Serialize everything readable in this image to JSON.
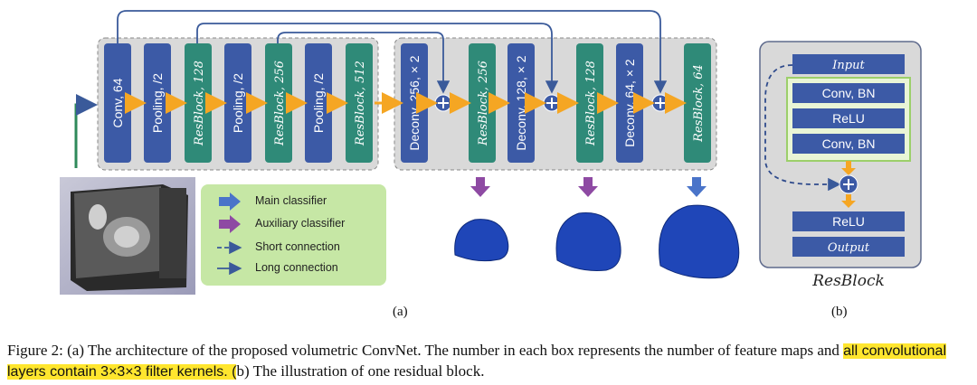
{
  "figure": {
    "encoder_blocks": [
      {
        "label": "Conv, 64",
        "kind": "conv"
      },
      {
        "label": "Pooling, /2",
        "kind": "pool"
      },
      {
        "label": "ResBlock, 128",
        "kind": "res"
      },
      {
        "label": "Pooling, /2",
        "kind": "pool"
      },
      {
        "label": "ResBlock, 256",
        "kind": "res"
      },
      {
        "label": "Pooling, /2",
        "kind": "pool"
      },
      {
        "label": "ResBlock, 512",
        "kind": "res"
      }
    ],
    "decoder_blocks": [
      {
        "label": "Deconv, 256, × 2",
        "kind": "deconv"
      },
      {
        "label": "ResBlock, 256",
        "kind": "res"
      },
      {
        "label": "Deconv, 128, × 2",
        "kind": "deconv"
      },
      {
        "label": "ResBlock, 128",
        "kind": "res"
      },
      {
        "label": "Deconv, 64, × 2",
        "kind": "deconv"
      },
      {
        "label": "ResBlock, 64",
        "kind": "res"
      }
    ],
    "legend": {
      "main": "Main classifier",
      "aux": "Auxiliary classifier",
      "short": "Short connection",
      "long": "Long connection"
    },
    "resblock": {
      "input": "Input",
      "conv1": "Conv, BN",
      "relu1": "ReLU",
      "conv2": "Conv, BN",
      "relu2": "ReLU",
      "output": "Output",
      "title": "ResBlock"
    },
    "sublabel_a": "(a)",
    "sublabel_b": "(b)",
    "colors": {
      "conv_blue": "#3c5aa6",
      "res_green": "#2f8a78",
      "panel_gray": "#d9d9d9",
      "arrow_orange": "#f5a623",
      "aux_purple": "#8e4aa3",
      "main_blue": "#4a74c9",
      "legend_green": "#c6e7a5",
      "highlight": "#ffe62e"
    }
  },
  "caption": {
    "prefix": "Figure 2: (a) The architecture of the proposed volumetric ConvNet. The number in each box represents the number of feature maps and",
    "highlight": "all convolutional layers contain 3×3×3 filter kernels. (",
    "suffix": "b) The illustration of one residual block."
  }
}
